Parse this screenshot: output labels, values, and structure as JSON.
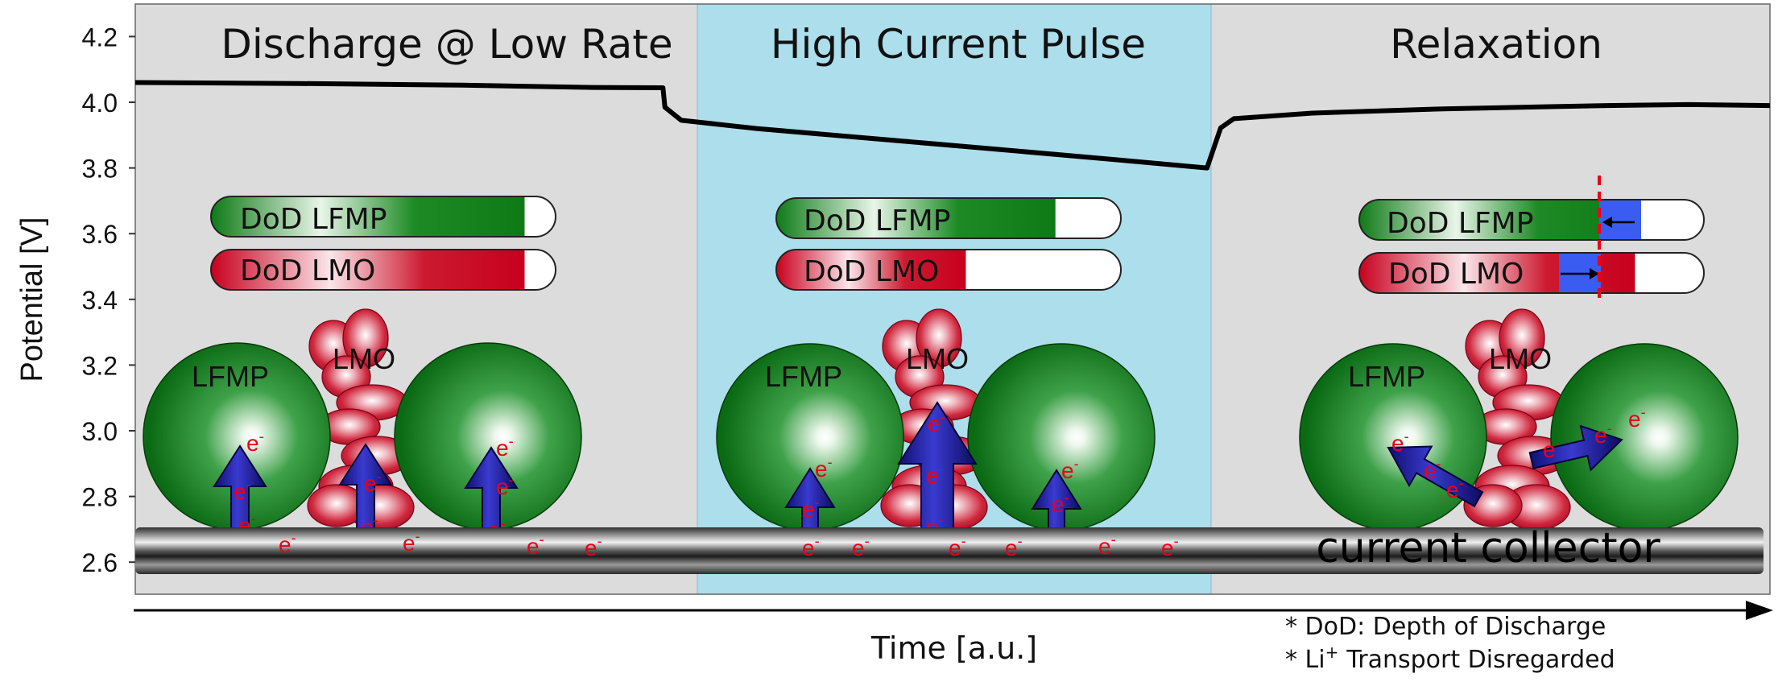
{
  "panels": [
    {
      "title": "Discharge @ Low Rate",
      "background": "#dcdcdc"
    },
    {
      "title": "High Current Pulse",
      "background": "#acdeec"
    },
    {
      "title": "Relaxation",
      "background": "#dcdcdc"
    }
  ],
  "bars": {
    "lfmp_label": "DoD LFMP",
    "lmo_label": "DoD LMO",
    "fill_fraction": {
      "discharge": {
        "lfmp": 0.91,
        "lmo": 0.91
      },
      "pulse": {
        "lfmp": 0.81,
        "lmo": 0.55
      },
      "relaxation": {
        "lfmp": 0.8,
        "lmo": 0.8
      }
    }
  },
  "particles": {
    "lfmp": "LFMP",
    "lmo": "LMO",
    "electron": "e",
    "electron_sup": "-"
  },
  "collector_label": "current collector",
  "y_axis": {
    "label": "Potential [V]",
    "ticks": [
      "4.2",
      "4.0",
      "3.8",
      "3.6",
      "3.4",
      "3.2",
      "3.0",
      "2.8",
      "2.6"
    ],
    "range": [
      2.55,
      4.3
    ]
  },
  "x_axis": {
    "label": "Time [a.u.]"
  },
  "notes": {
    "note1": "* DoD: Depth of Discharge",
    "note2_prefix": "* Li",
    "note2_sup": "+",
    "note2_suffix": "Transport Disregarded"
  },
  "colors": {
    "lfmp": "#0e7a16",
    "lmo": "#c8001e",
    "relax_shift": "#3a5cf0",
    "arrow": "#1c1c96",
    "electron": "#e8001c",
    "marker": "#e8001c",
    "curve": "#000000"
  },
  "chart_data": {
    "type": "line",
    "xlabel": "Time [a.u.]",
    "ylabel": "Potential [V]",
    "ylim": [
      2.55,
      4.3
    ],
    "series": [
      {
        "x": [
          0,
          0.1,
          0.2,
          0.28,
          0.3228,
          0.324,
          0.334,
          0.38,
          0.45,
          0.52,
          0.6,
          0.64,
          0.6556,
          0.664,
          0.672,
          0.72,
          0.8,
          0.9,
          0.95,
          1.0
        ],
        "values": [
          4.06,
          4.057,
          4.052,
          4.045,
          4.044,
          3.985,
          3.945,
          3.92,
          3.89,
          3.86,
          3.825,
          3.807,
          3.8,
          3.922,
          3.95,
          3.967,
          3.98,
          3.99,
          3.993,
          3.99
        ]
      }
    ]
  }
}
